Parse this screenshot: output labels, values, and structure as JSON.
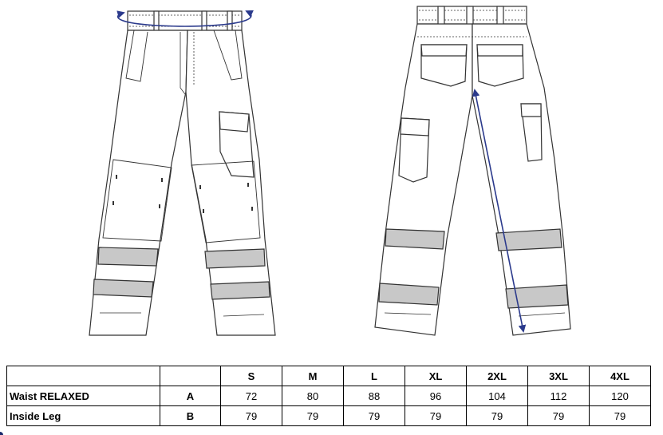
{
  "size_table": {
    "headers": [
      "",
      "",
      "S",
      "M",
      "L",
      "XL",
      "2XL",
      "3XL",
      "4XL"
    ],
    "rows": [
      {
        "label": "Waist RELAXED",
        "code": "A",
        "values": [
          "72",
          "80",
          "88",
          "96",
          "104",
          "112",
          "120"
        ]
      },
      {
        "label": "Inside Leg",
        "code": "B",
        "values": [
          "79",
          "79",
          "79",
          "79",
          "79",
          "79",
          "79"
        ]
      }
    ]
  },
  "colors": {
    "line": "#333333",
    "band": "#c8c8c8",
    "arrow": "#2b3a8c"
  },
  "icons": {
    "waist": "curved-double-arrow-icon",
    "inside_leg": "diagonal-double-arrow-icon"
  }
}
